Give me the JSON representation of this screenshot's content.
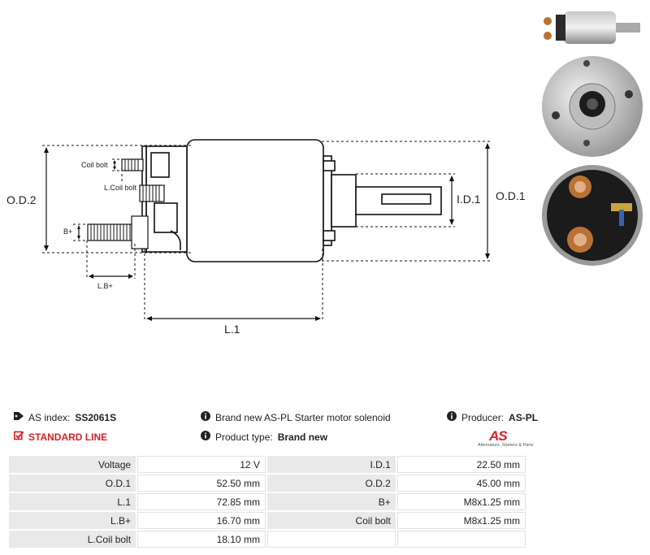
{
  "drawing": {
    "label_od2": "O.D.2",
    "label_od1": "O.D.1",
    "label_id1": "I.D.1",
    "label_l1": "L.1",
    "label_coil_bolt": "Coil bolt",
    "label_lcoil_bolt": "L.Coil bolt",
    "label_bplus": "B+",
    "label_lbplus": "L.B+"
  },
  "info": {
    "as_index_label": "AS index:",
    "as_index_value": "SS2061S",
    "line_label": "STANDARD LINE",
    "description": "Brand new AS-PL Starter motor solenoid",
    "product_type_label": "Product type:",
    "product_type_value": "Brand new",
    "producer_label": "Producer:",
    "producer_value": "AS-PL",
    "logo_text": "AS",
    "logo_subtitle": "Alternators, Starters & Parts"
  },
  "specs": {
    "rows": [
      {
        "l1": "Voltage",
        "v1": "12 V",
        "l2": "I.D.1",
        "v2": "22.50 mm"
      },
      {
        "l1": "O.D.1",
        "v1": "52.50 mm",
        "l2": "O.D.2",
        "v2": "45.00 mm"
      },
      {
        "l1": "L.1",
        "v1": "72.85 mm",
        "l2": "B+",
        "v2": "M8x1.25 mm"
      },
      {
        "l1": "L.B+",
        "v1": "16.70 mm",
        "l2": "Coil bolt",
        "v2": "M8x1.25 mm"
      },
      {
        "l1": "L.Coil bolt",
        "v1": "18.10 mm",
        "l2": "",
        "v2": ""
      }
    ]
  },
  "colors": {
    "accent": "#d2232a",
    "label_bg": "#e9e9e9"
  }
}
